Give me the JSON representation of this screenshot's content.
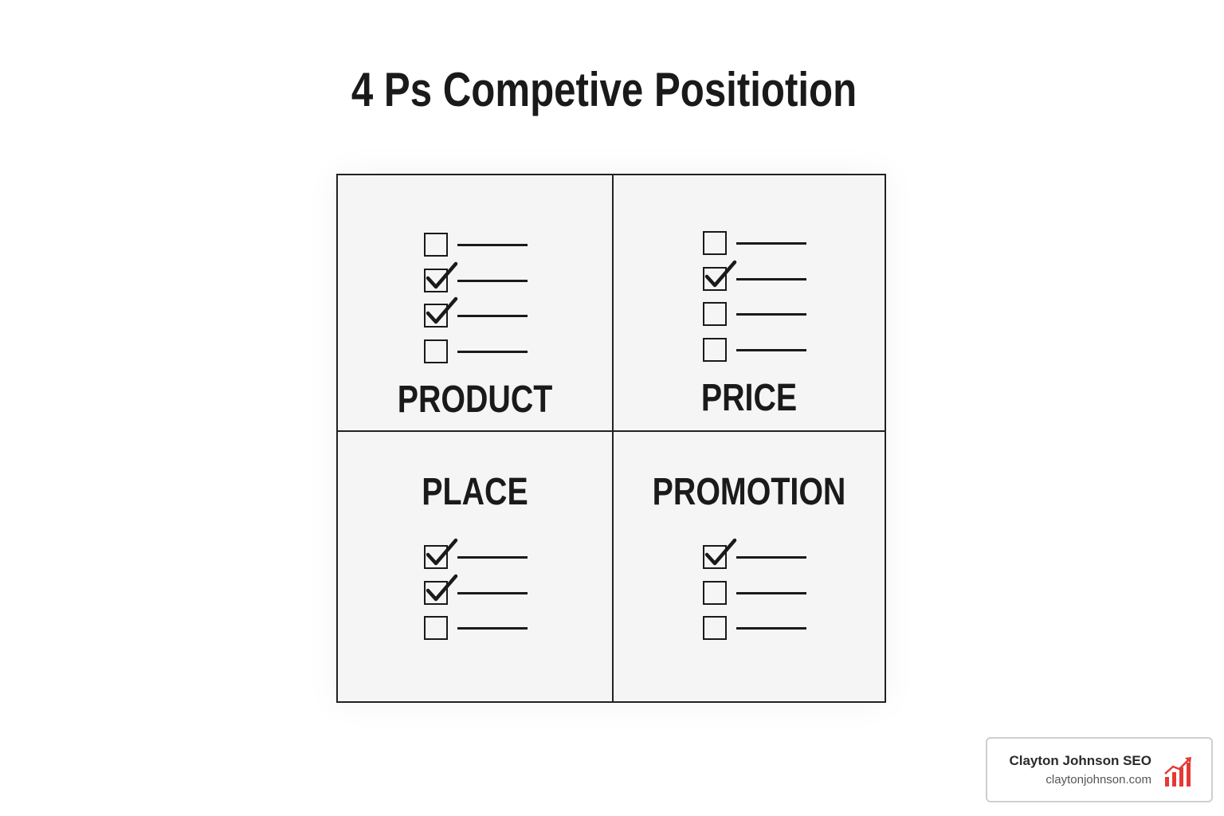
{
  "title": "4 Ps Competive Positiotion",
  "quadrants": [
    {
      "label": "PRODUCT",
      "items": [
        {
          "checked": false
        },
        {
          "checked": true
        },
        {
          "checked": true
        },
        {
          "checked": false
        }
      ]
    },
    {
      "label": "PRICE",
      "items": [
        {
          "checked": false
        },
        {
          "checked": true
        },
        {
          "checked": false
        },
        {
          "checked": false
        }
      ]
    },
    {
      "label": "PLACE",
      "items": [
        {
          "checked": true
        },
        {
          "checked": true
        },
        {
          "checked": false
        }
      ]
    },
    {
      "label": "PROMOTION",
      "items": [
        {
          "checked": true
        },
        {
          "checked": false
        },
        {
          "checked": false
        }
      ]
    }
  ],
  "badge": {
    "name": "Clayton Johnson SEO",
    "url": "claytonjohnson.com",
    "icon": "growth-chart-icon",
    "icon_color": "#e53935"
  },
  "colors": {
    "ink": "#1a1a1a",
    "panel": "#f5f5f5",
    "background": "#ffffff"
  }
}
